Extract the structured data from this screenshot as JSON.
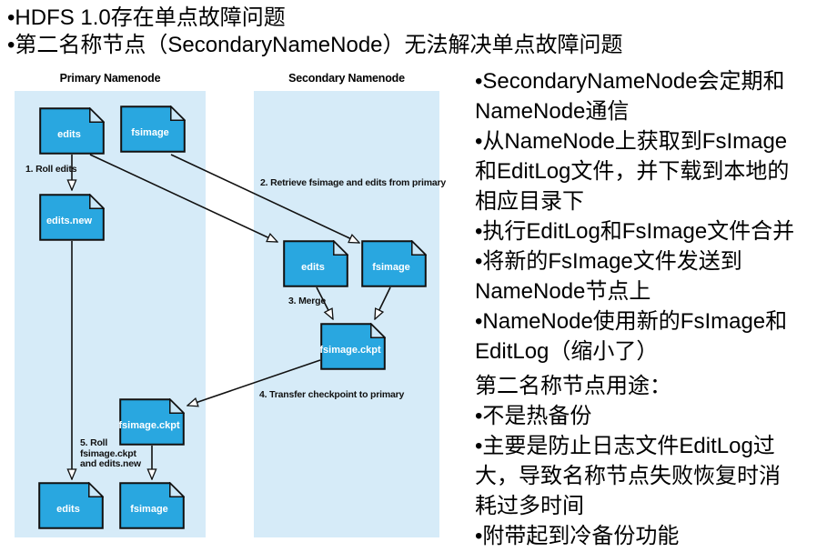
{
  "colors": {
    "panel_blue": "#d6ebf8",
    "file_blue": "#29a7e0",
    "file_fold": "#cbe8f8",
    "line_black": "#111111",
    "text_black": "#000000"
  },
  "slide": {
    "bullets_top": [
      "•HDFS 1.0存在单点故障问题",
      "•第二名称节点（SecondaryNameNode）无法解决单点故障问题"
    ]
  },
  "diagram": {
    "primary_title": "Primary Namenode",
    "secondary_title": "Secondary Namenode",
    "icons": {
      "p_edits": "edits",
      "p_fsimage": "fsimage",
      "p_edits_new": "edits.new",
      "p_fsimage_ckpt": "fsimage.ckpt",
      "p_edits_b": "edits",
      "p_fsimage_b": "fsimage",
      "s_edits": "edits",
      "s_fsimage": "fsimage",
      "s_fsimage_ckpt": "fsimage.ckpt"
    },
    "steps": {
      "s1": "1. Roll edits",
      "s2": "2. Retrieve fsimage and edits from primary",
      "s3": "3. Merge",
      "s4": "4. Transfer checkpoint to primary",
      "s5": "5. Roll\nfsimage.ckpt\nand edits.new"
    }
  },
  "right": {
    "lines": [
      "•SecondaryNameNode会定期和",
      "NameNode通信",
      "•从NameNode上获取到FsImage",
      "和EditLog文件，并下载到本地的",
      "相应目录下",
      "•执行EditLog和FsImage文件合并",
      "•将新的FsImage文件发送到",
      "NameNode节点上",
      "•NameNode使用新的FsImage和",
      "EditLog（缩小了）",
      "第二名称节点用途：",
      "•不是热备份",
      "•主要是防止日志文件EditLog过",
      "大，导致名称节点失败恢复时消",
      "耗过多时间",
      "•附带起到冷备份功能"
    ]
  }
}
